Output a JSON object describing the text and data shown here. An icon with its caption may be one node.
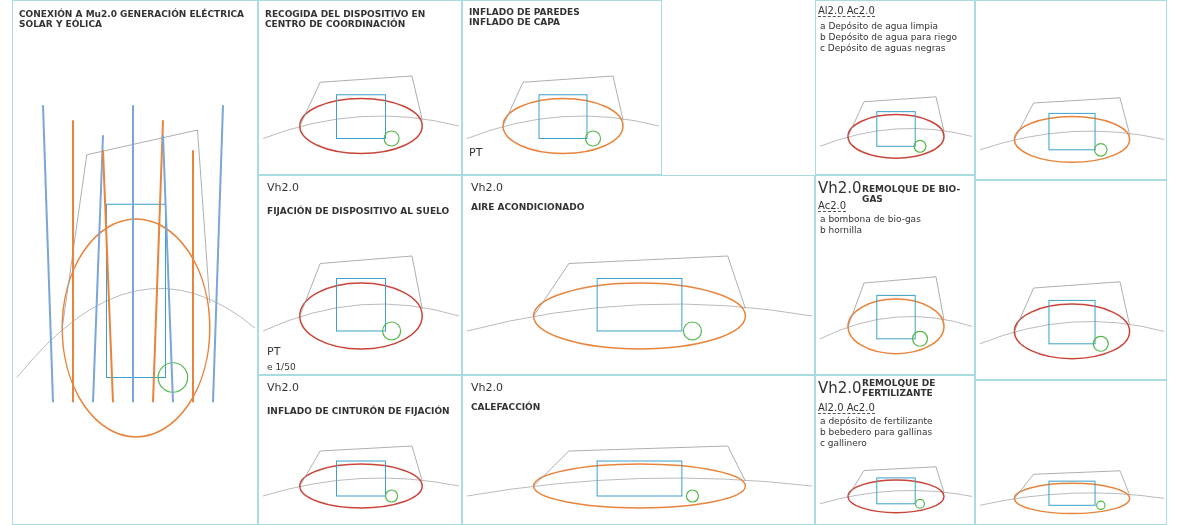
{
  "diagram": {
    "nodes": [
      {
        "text": [
          "CONEXIÓN A Mu2.0 GENERACIÓN ELÉCTRICA SOLAR Y EÓLICA"
        ]
      },
      {
        "text": [
          "RECOGIDA DEL DISPOSITIVO EN CENTRO DE COORDINACIÓN"
        ]
      },
      {
        "text": [
          "INFLADO DE PAREDES INFLADO DE CAPA",
          "PT"
        ]
      },
      {
        "text": [
          "Vh2.0",
          "FIJACIÓN DE DISPOSITIVO AL SUELO",
          "PT",
          "e 1/50"
        ]
      },
      {
        "text": [
          "Vh2.0",
          "AIRE ACONDICIONADO"
        ]
      },
      {
        "text": [
          "Vh2.0",
          "INFLADO DE CINTURÓN DE FIJACIÓN"
        ]
      },
      {
        "text": [
          "Vh2.0",
          "CALEFACCIÓN"
        ]
      },
      {
        "text": [
          "Al2.0 Ac2.0",
          "a Depósito de agua limpia",
          "b Depósito de agua para riego",
          "c Depósito de aguas negras"
        ]
      },
      {
        "text": [
          "Vh2.0",
          "REMOLQUE DE BIO-GAS",
          "Ac2.0",
          "a bombona de bio-gas",
          "b hornilla"
        ]
      },
      {
        "text": [
          "Vh2.0",
          "REMOLQUE DE FERTILIZANTE",
          "Al2.0 Ac2.0",
          "a depósito de fertilizante",
          "b bebedero para gallinas",
          "c gallinero"
        ]
      },
      {
        "text": [],
        "shape": "picture"
      },
      {
        "text": [],
        "shape": "picture"
      },
      {
        "text": [],
        "shape": "picture"
      }
    ],
    "edges": []
  }
}
